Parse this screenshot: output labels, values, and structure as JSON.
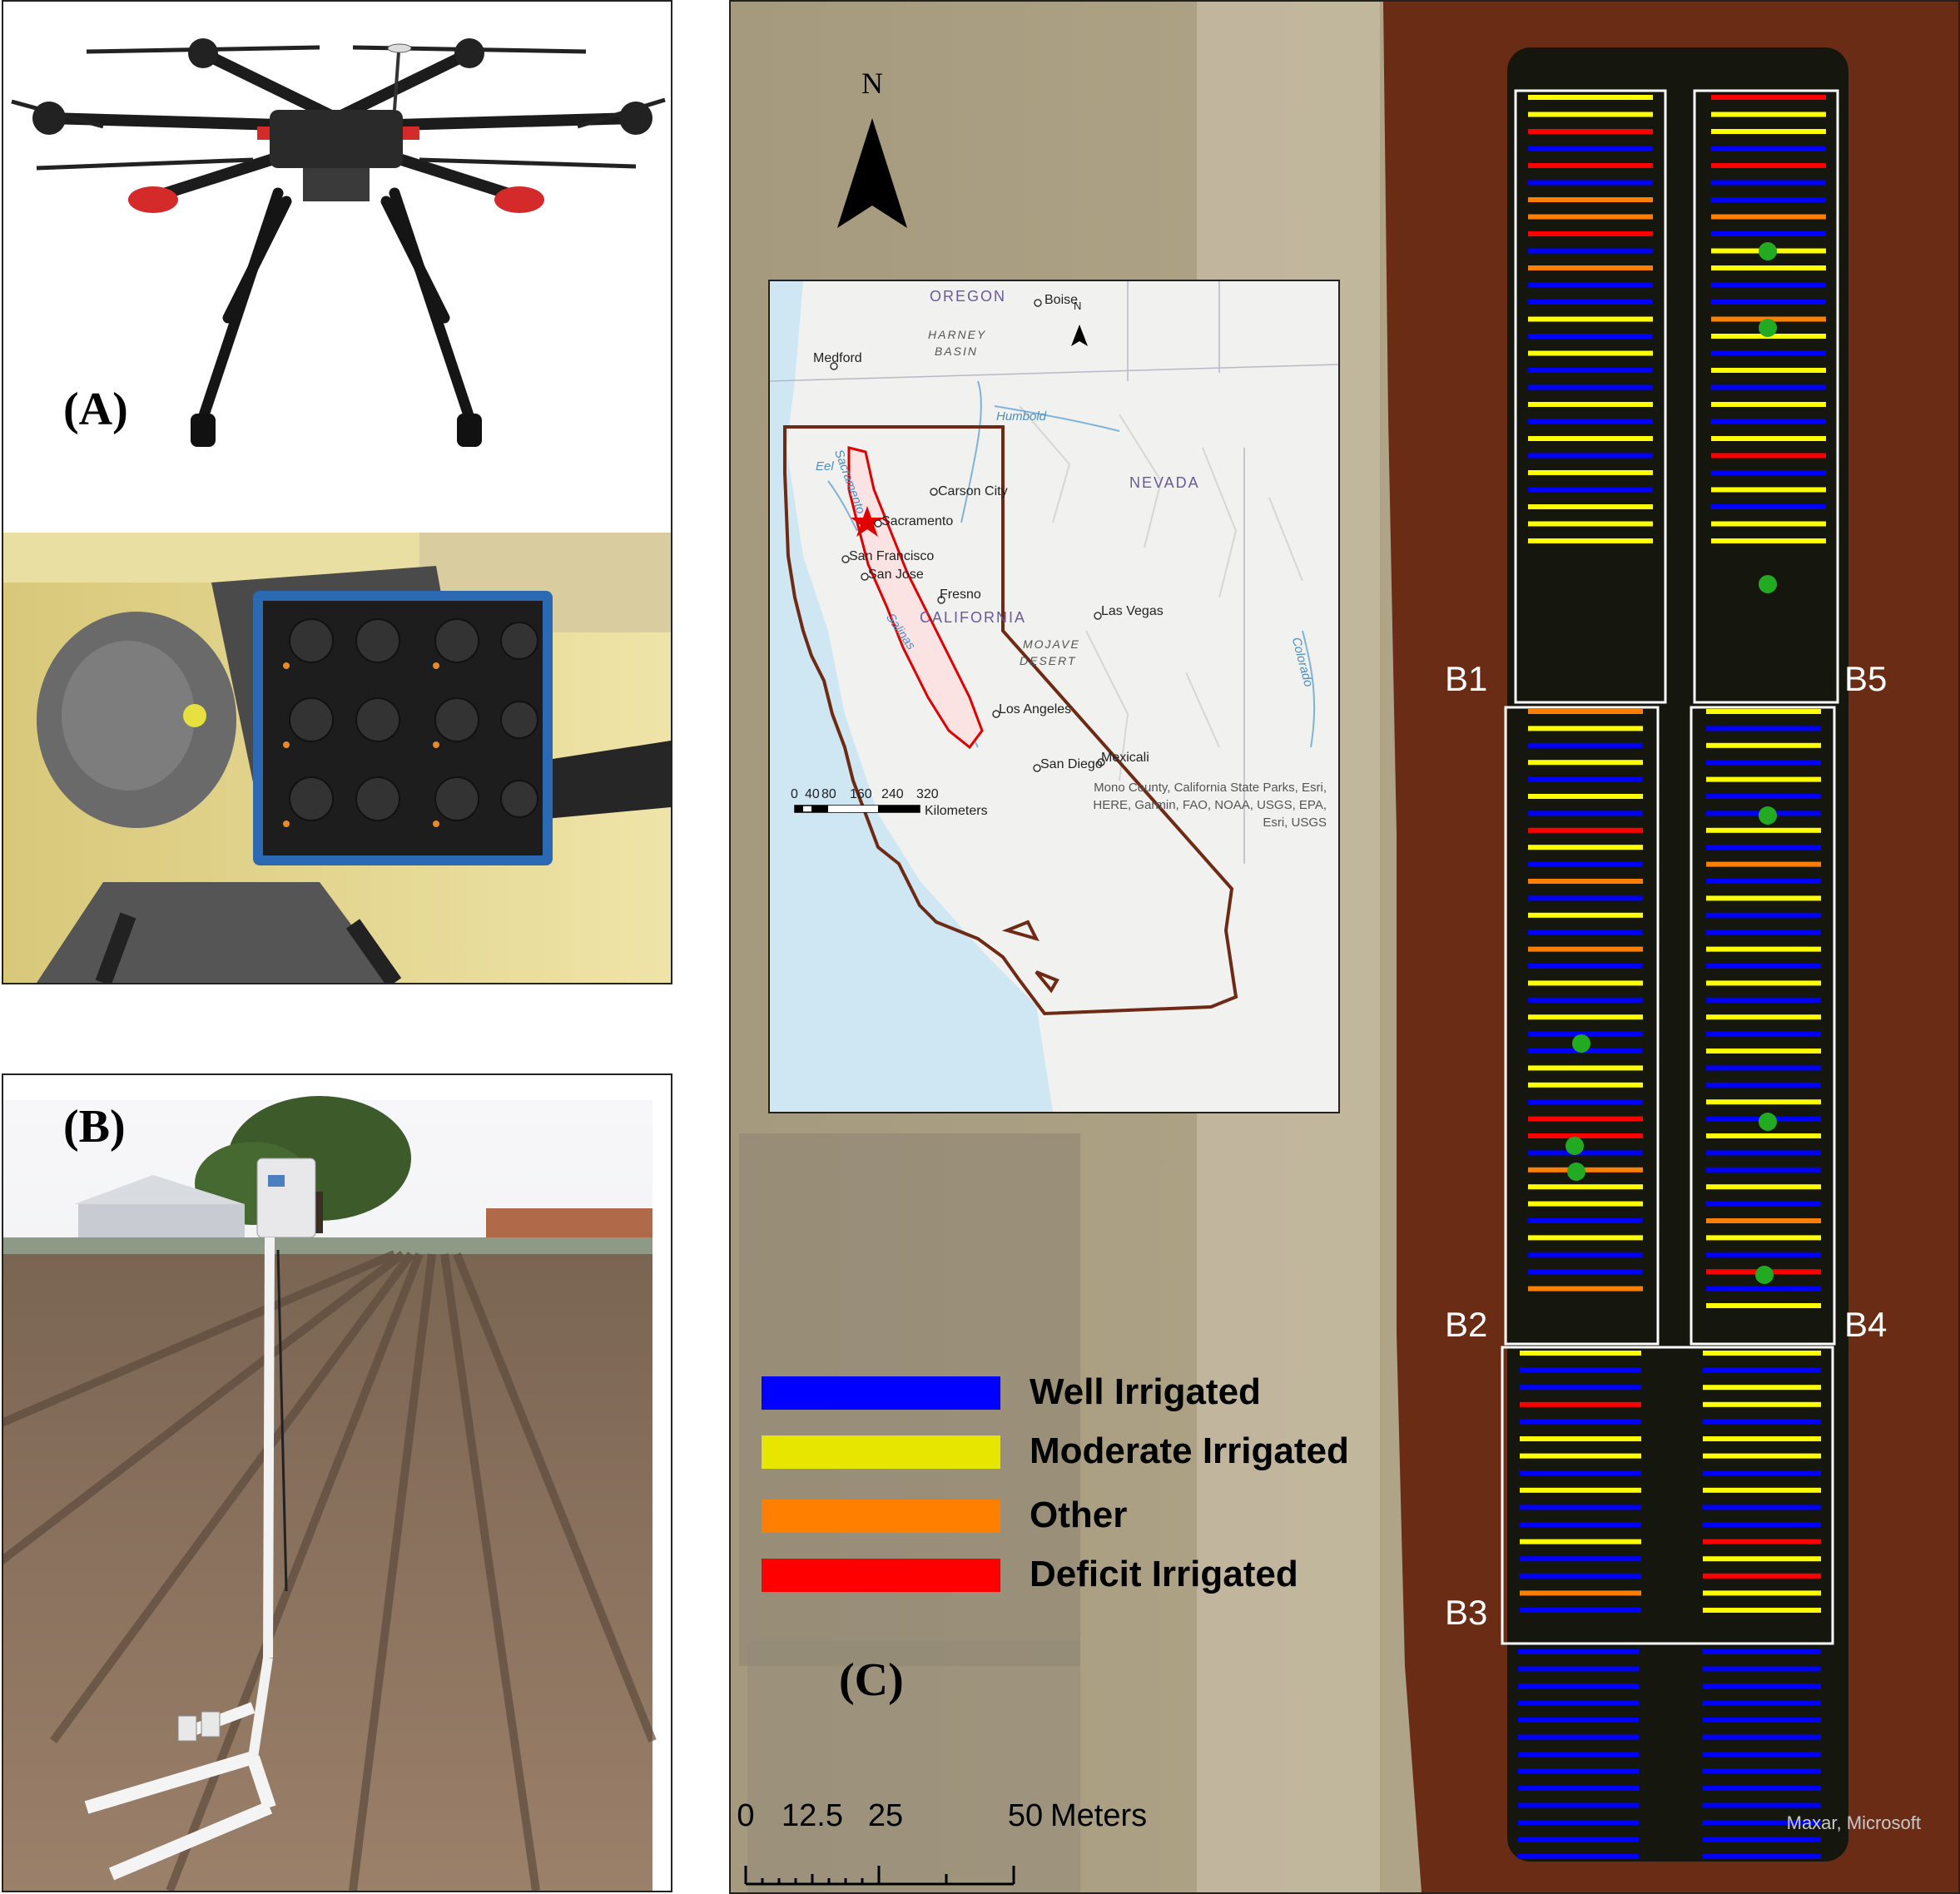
{
  "panels": {
    "a_label": "(A)",
    "b_label": "(B)",
    "c_label": "(C)"
  },
  "north_label": "N",
  "inset_map": {
    "north_label": "N",
    "regions": {
      "oregon": "OREGON",
      "harney_1": "HARNEY",
      "harney_2": "BASIN",
      "nevada": "NEVADA",
      "california": "CALIFORNIA",
      "mojave_1": "MOJAVE",
      "mojave_2": "DESERT"
    },
    "cities": {
      "boise": "Boise",
      "medford": "Medford",
      "carson": "Carson City",
      "sacramento": "Sacramento",
      "sanfrancisco": "San Francisco",
      "sanjose": "San Jose",
      "fresno": "Fresno",
      "lasvegas": "Las Vegas",
      "losangeles": "Los Angeles",
      "sandiego": "San Diego",
      "mexicali": "Mexicali"
    },
    "rivers": {
      "humboldt": "Humbold",
      "eel": "Eel",
      "sacramento": "Sacramento",
      "salinas": "Salinas",
      "colorado": "Colorado"
    },
    "scale_ticks": [
      "0",
      "40",
      "80",
      "160",
      "240",
      "320"
    ],
    "scale_unit": "Kilometers",
    "credit_lines": [
      "Mono County, California State Parks, Esri,",
      "HERE, Garmin, FAO, NOAA, USGS, EPA,",
      "Esri, USGS"
    ]
  },
  "legend": {
    "items": [
      {
        "label": "Well Irrigated",
        "color": "#0000ff"
      },
      {
        "label": "Moderate Irrigated",
        "color": "#e6e600"
      },
      {
        "label": "Other",
        "color": "#ff8000"
      },
      {
        "label": "Deficit Irrigated",
        "color": "#ff0000"
      }
    ]
  },
  "blocks": {
    "b1": "B1",
    "b2": "B2",
    "b3": "B3",
    "b4": "B4",
    "b5": "B5"
  },
  "field_scale": {
    "ticks": [
      "0",
      "12.5",
      "25",
      "50"
    ],
    "unit": "Meters"
  },
  "attribution": "Maxar, Microsoft",
  "colors": {
    "well": "#0000ff",
    "moderate": "#ffff00",
    "other": "#ff8000",
    "deficit": "#ff0000",
    "sensor_dot": "#22aa22",
    "soil": "#6b2c16",
    "field_bg": "#a89c80"
  }
}
